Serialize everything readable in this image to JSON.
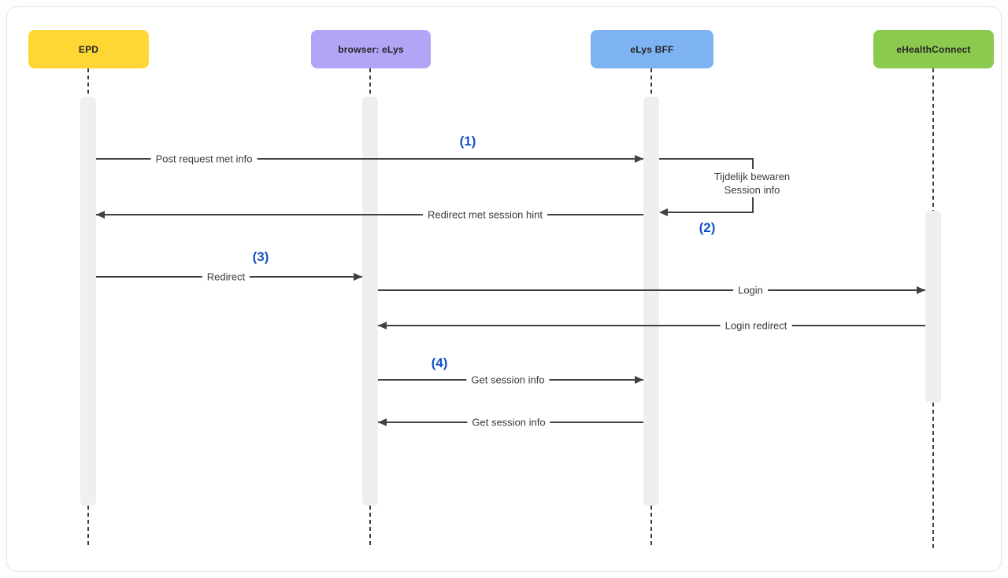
{
  "diagram_type": "sequence-diagram",
  "actors": [
    {
      "label": "EPD",
      "color": "#FFD734"
    },
    {
      "label": "browser: eLys",
      "color": "#B1A5F6"
    },
    {
      "label": "eLys BFF",
      "color": "#7EB3F3"
    },
    {
      "label": "eHealthConnect",
      "color": "#8BCA4F"
    }
  ],
  "messages": {
    "post_request": {
      "label": "Post request met info",
      "step": "(1)",
      "from": "EPD",
      "to": "eLys BFF"
    },
    "store_session": {
      "line1": "Tijdelijk bewaren",
      "line2": "Session info",
      "step": "(2)",
      "on": "eLys BFF",
      "type": "self-message"
    },
    "redirect_hint": {
      "label": "Redirect met session hint",
      "from": "eLys BFF",
      "to": "EPD"
    },
    "redirect": {
      "label": "Redirect",
      "step": "(3)",
      "from": "EPD",
      "to": "browser: eLys"
    },
    "login": {
      "label": "Login",
      "from": "browser: eLys",
      "to": "eHealthConnect"
    },
    "login_redirect": {
      "label": "Login redirect",
      "from": "eHealthConnect",
      "to": "browser: eLys"
    },
    "get_session_request": {
      "label": "Get session info",
      "step": "(4)",
      "from": "browser: eLys",
      "to": "eLys BFF"
    },
    "get_session_response": {
      "label": "Get session info",
      "from": "eLys BFF",
      "to": "browser: eLys"
    }
  },
  "colors": {
    "arrow_line": "#414141",
    "step_number": "#1353C6",
    "activation_bar": "#EFEFEF",
    "lifeline_dash": "#3D3D3D",
    "card_border": "#E4E4E4"
  }
}
